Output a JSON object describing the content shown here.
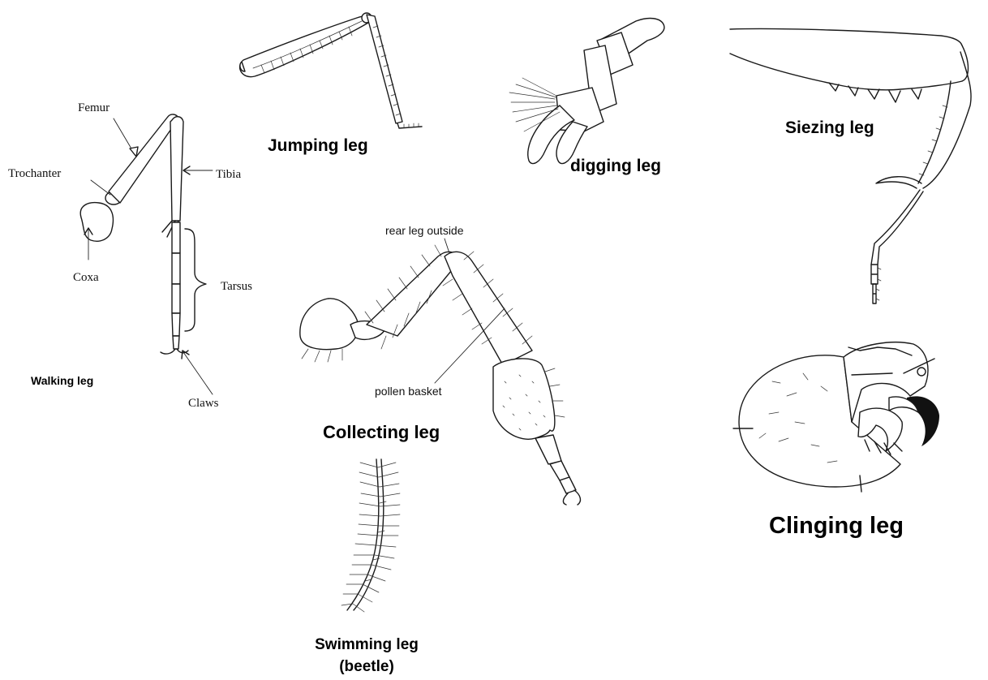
{
  "walking": {
    "labels": {
      "femur": "Femur",
      "trochanter": "Trochanter",
      "tibia": "Tibia",
      "coxa": "Coxa",
      "tarsus": "Tarsus",
      "claws": "Claws"
    },
    "caption": "Walking leg"
  },
  "jumping": {
    "caption": "Jumping leg"
  },
  "digging": {
    "caption": "digging leg"
  },
  "siezing": {
    "caption": "Siezing leg"
  },
  "collecting": {
    "label_top": "rear leg outside",
    "label_basket": "pollen basket",
    "caption": "Collecting leg"
  },
  "clinging": {
    "caption": "Clinging leg"
  },
  "swimming": {
    "caption_line1": "Swimming leg",
    "caption_line2": "(beetle)"
  }
}
